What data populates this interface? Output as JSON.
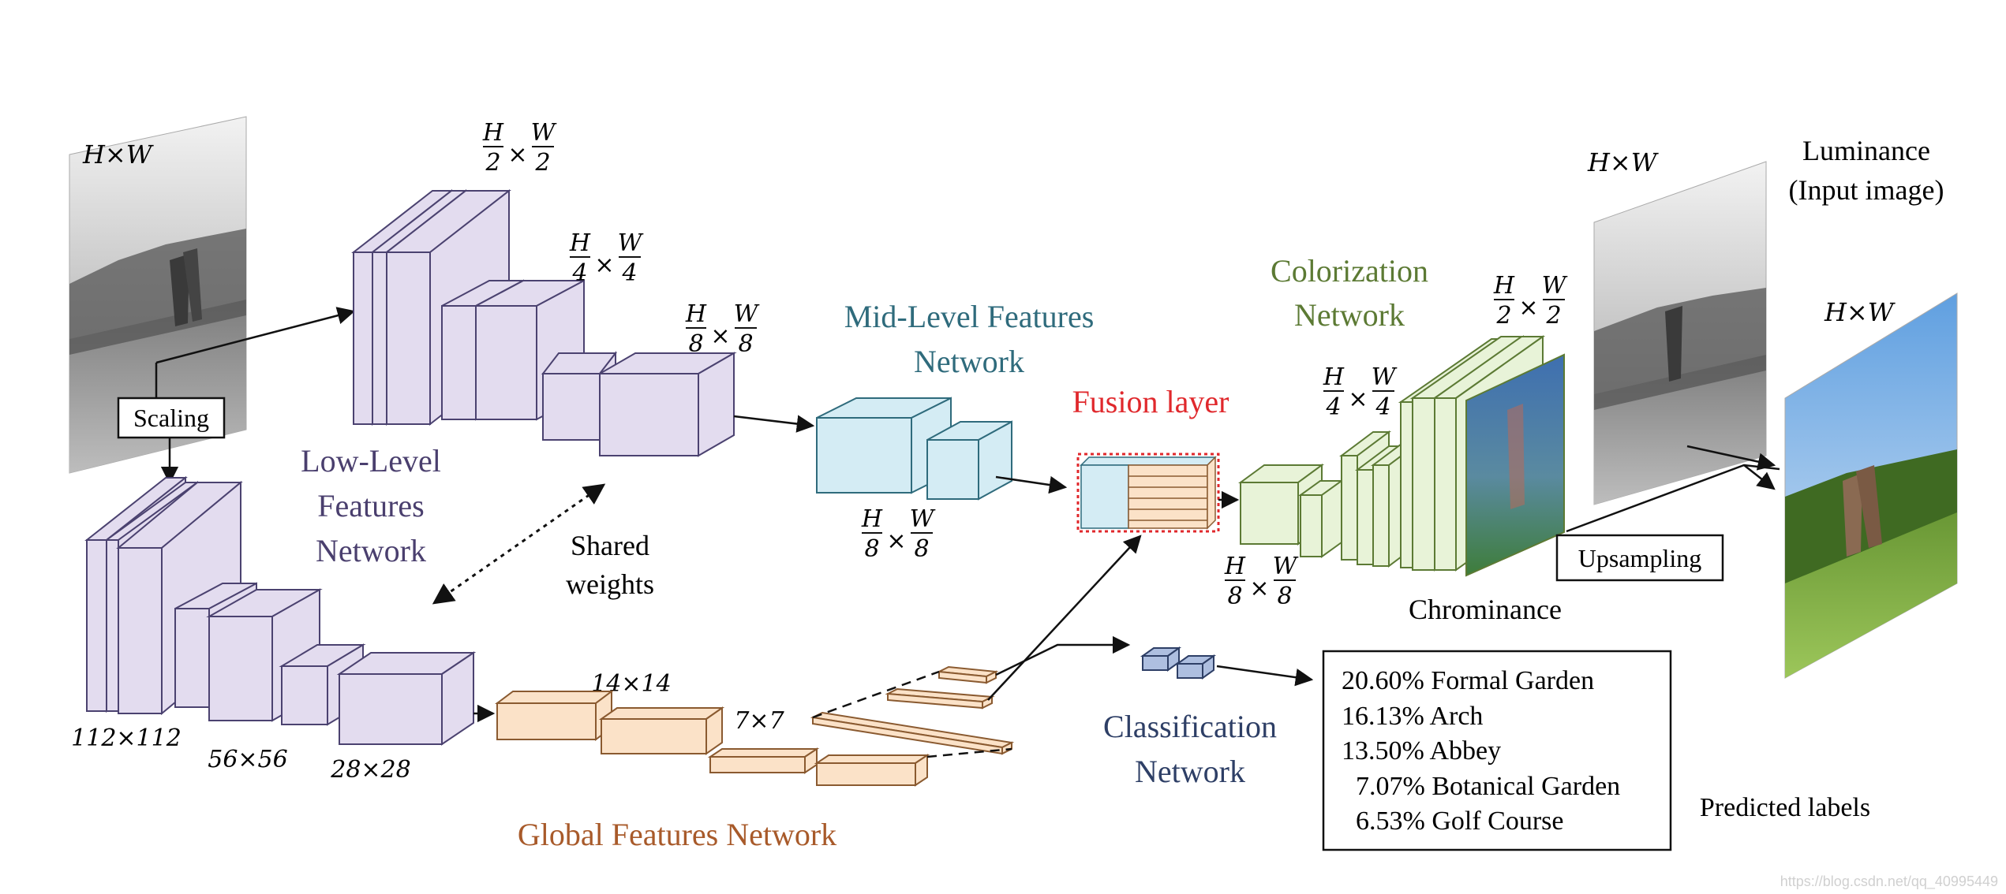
{
  "labels": {
    "input_size": "H×W",
    "luminance": "Luminance",
    "input_image": "(Input image)",
    "output_size_top": "H×W",
    "output_size_right": "H×W",
    "scaling": "Scaling",
    "upsampling": "Upsampling",
    "low_level_1": "Low-Level",
    "low_level_2": "Features",
    "low_level_3": "Network",
    "mid_level_1": "Mid-Level Features",
    "mid_level_2": "Network",
    "fusion_layer": "Fusion layer",
    "colorization_1": "Colorization",
    "colorization_2": "Network",
    "global_features": "Global Features Network",
    "classification_1": "Classification",
    "classification_2": "Network",
    "shared_1": "Shared",
    "shared_2": "weights",
    "chrominance": "Chrominance",
    "predicted_labels": "Predicted labels",
    "size_112": "112×112",
    "size_56": "56×56",
    "size_28": "28×28",
    "size_14": "14×14",
    "size_7": "7×7",
    "watermark": "https://blog.csdn.net/qq_40995449"
  },
  "fractions": {
    "h2w2": {
      "h": "H",
      "hd": "2",
      "w": "W",
      "wd": "2"
    },
    "h4w4": {
      "h": "H",
      "hd": "4",
      "w": "W",
      "wd": "4"
    },
    "h8w8": {
      "h": "H",
      "hd": "8",
      "w": "W",
      "wd": "8"
    },
    "times": "×"
  },
  "predictions": [
    "20.60% Formal Garden",
    "16.13% Arch",
    "13.50% Abbey",
    "7.07% Botanical Garden",
    "6.53% Golf Course"
  ],
  "colors": {
    "low": "#e3dcef",
    "mid": "#d4ecf4",
    "global": "#fbe2c8",
    "color_net": "#e8f3d8",
    "class": "#aebfe0",
    "fusion": "#e0282c",
    "mid_text": "#2f6b7c",
    "color_text": "#5c7a34",
    "global_text": "#a85a2a",
    "low_text": "#4a3f6e",
    "class_text": "#2e3f66"
  }
}
